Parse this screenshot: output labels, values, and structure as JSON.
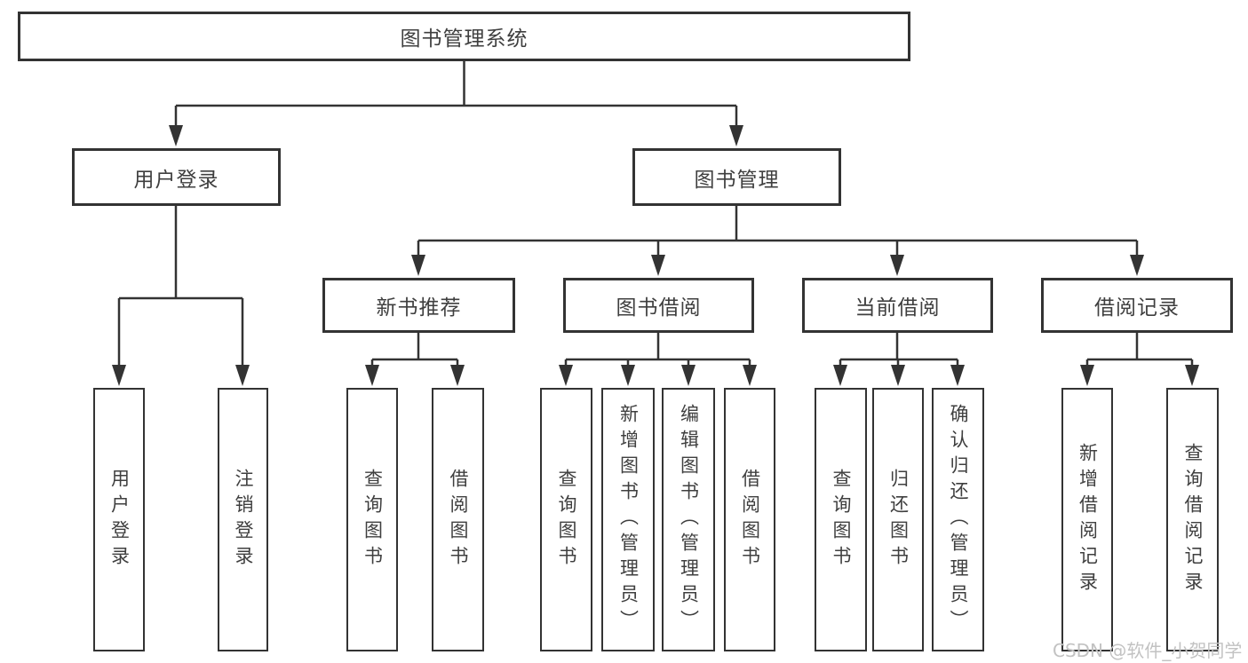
{
  "colors": {
    "line": "#333333",
    "text": "#3f3f3f",
    "watermark": "#c2c2c2",
    "background": "#ffffff"
  },
  "watermark": "CSDN @软件_小贺同学",
  "tree": {
    "label": "图书管理系统",
    "children": [
      {
        "label": "用户登录",
        "children": [
          {
            "label": "用户登录"
          },
          {
            "label": "注销登录"
          }
        ]
      },
      {
        "label": "图书管理",
        "children": [
          {
            "label": "新书推荐",
            "children": [
              {
                "label": "查询图书"
              },
              {
                "label": "借阅图书"
              }
            ]
          },
          {
            "label": "图书借阅",
            "children": [
              {
                "label": "查询图书"
              },
              {
                "label": "新增图书（管理员）"
              },
              {
                "label": "编辑图书（管理员）"
              },
              {
                "label": "借阅图书"
              }
            ]
          },
          {
            "label": "当前借阅",
            "children": [
              {
                "label": "查询图书"
              },
              {
                "label": "归还图书"
              },
              {
                "label": "确认归还（管理员）"
              }
            ]
          },
          {
            "label": "借阅记录",
            "children": [
              {
                "label": "新增借阅记录"
              },
              {
                "label": "查询借阅记录"
              }
            ]
          }
        ]
      }
    ]
  }
}
